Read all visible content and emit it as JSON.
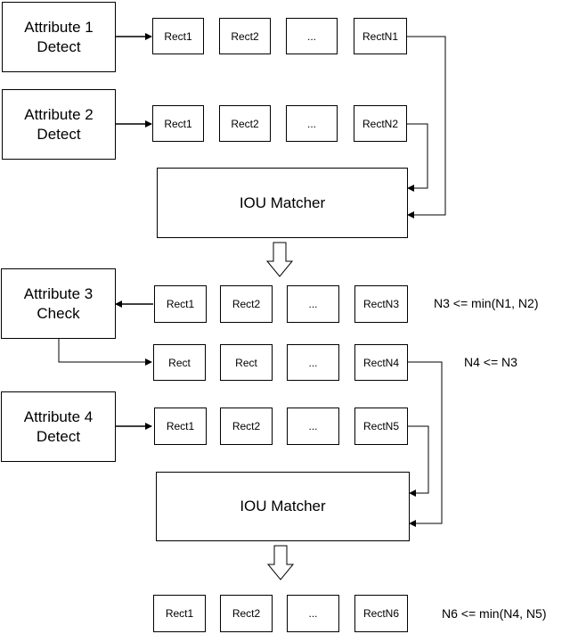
{
  "attributes": {
    "a1": "Attribute 1\nDetect",
    "a2": "Attribute 2\nDetect",
    "a3": "Attribute 3\nCheck",
    "a4": "Attribute 4\nDetect"
  },
  "rows": {
    "row1": [
      "Rect1",
      "Rect2",
      "...",
      "RectN1"
    ],
    "row2": [
      "Rect1",
      "Rect2",
      "...",
      "RectN2"
    ],
    "row3": [
      "Rect1",
      "Rect2",
      "...",
      "RectN3"
    ],
    "row4": [
      "Rect",
      "Rect",
      "...",
      "RectN4"
    ],
    "row5": [
      "Rect1",
      "Rect2",
      "...",
      "RectN5"
    ],
    "row6": [
      "Rect1",
      "Rect2",
      "...",
      "RectN6"
    ]
  },
  "matchers": {
    "m1": "IOU Matcher",
    "m2": "IOU Matcher"
  },
  "notes": {
    "n3": "N3 <= min(N1, N2)",
    "n4": "N4 <= N3",
    "n6": "N6 <= min(N4, N5)"
  }
}
